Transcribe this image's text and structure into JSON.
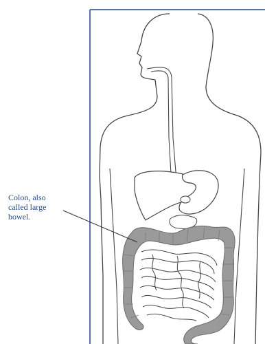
{
  "callout": {
    "lines": [
      "Colon, also",
      "called large",
      "bowel."
    ]
  },
  "colors": {
    "frame": "#5b6fa8",
    "outline": "#555555",
    "colon_fill": "#9a9a9a",
    "label_text": "#2a4a8a"
  }
}
